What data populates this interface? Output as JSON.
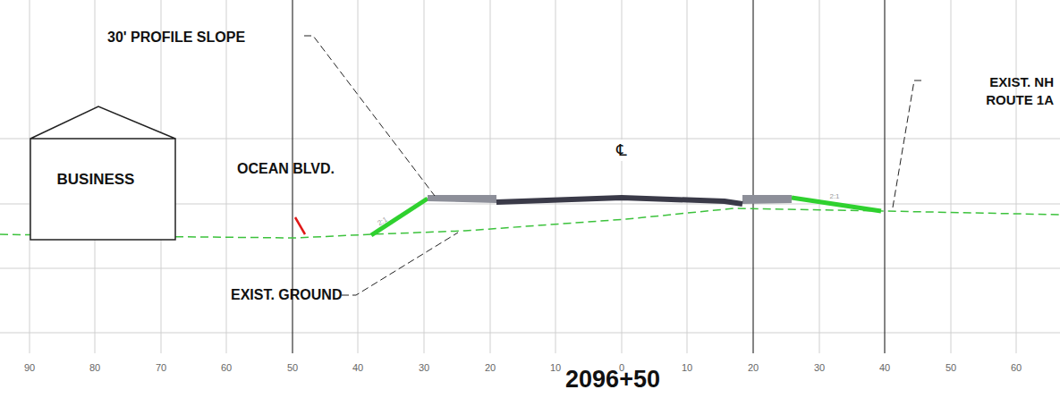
{
  "diagram": {
    "nodes": [
      {
        "text": [
          "BUSINESS"
        ]
      }
    ],
    "labels": [
      "30' PROFILE SLOPE",
      "OCEAN BLVD.",
      "℄",
      "EXIST. NH ROUTE 1A",
      "2:1",
      "2:1",
      "EXIST. GROUND",
      "90",
      "80",
      "70",
      "60",
      "50",
      "40",
      "30",
      "20",
      "10",
      "0",
      "10",
      "20",
      "30",
      "40",
      "50",
      "60",
      "2096+50"
    ]
  }
}
